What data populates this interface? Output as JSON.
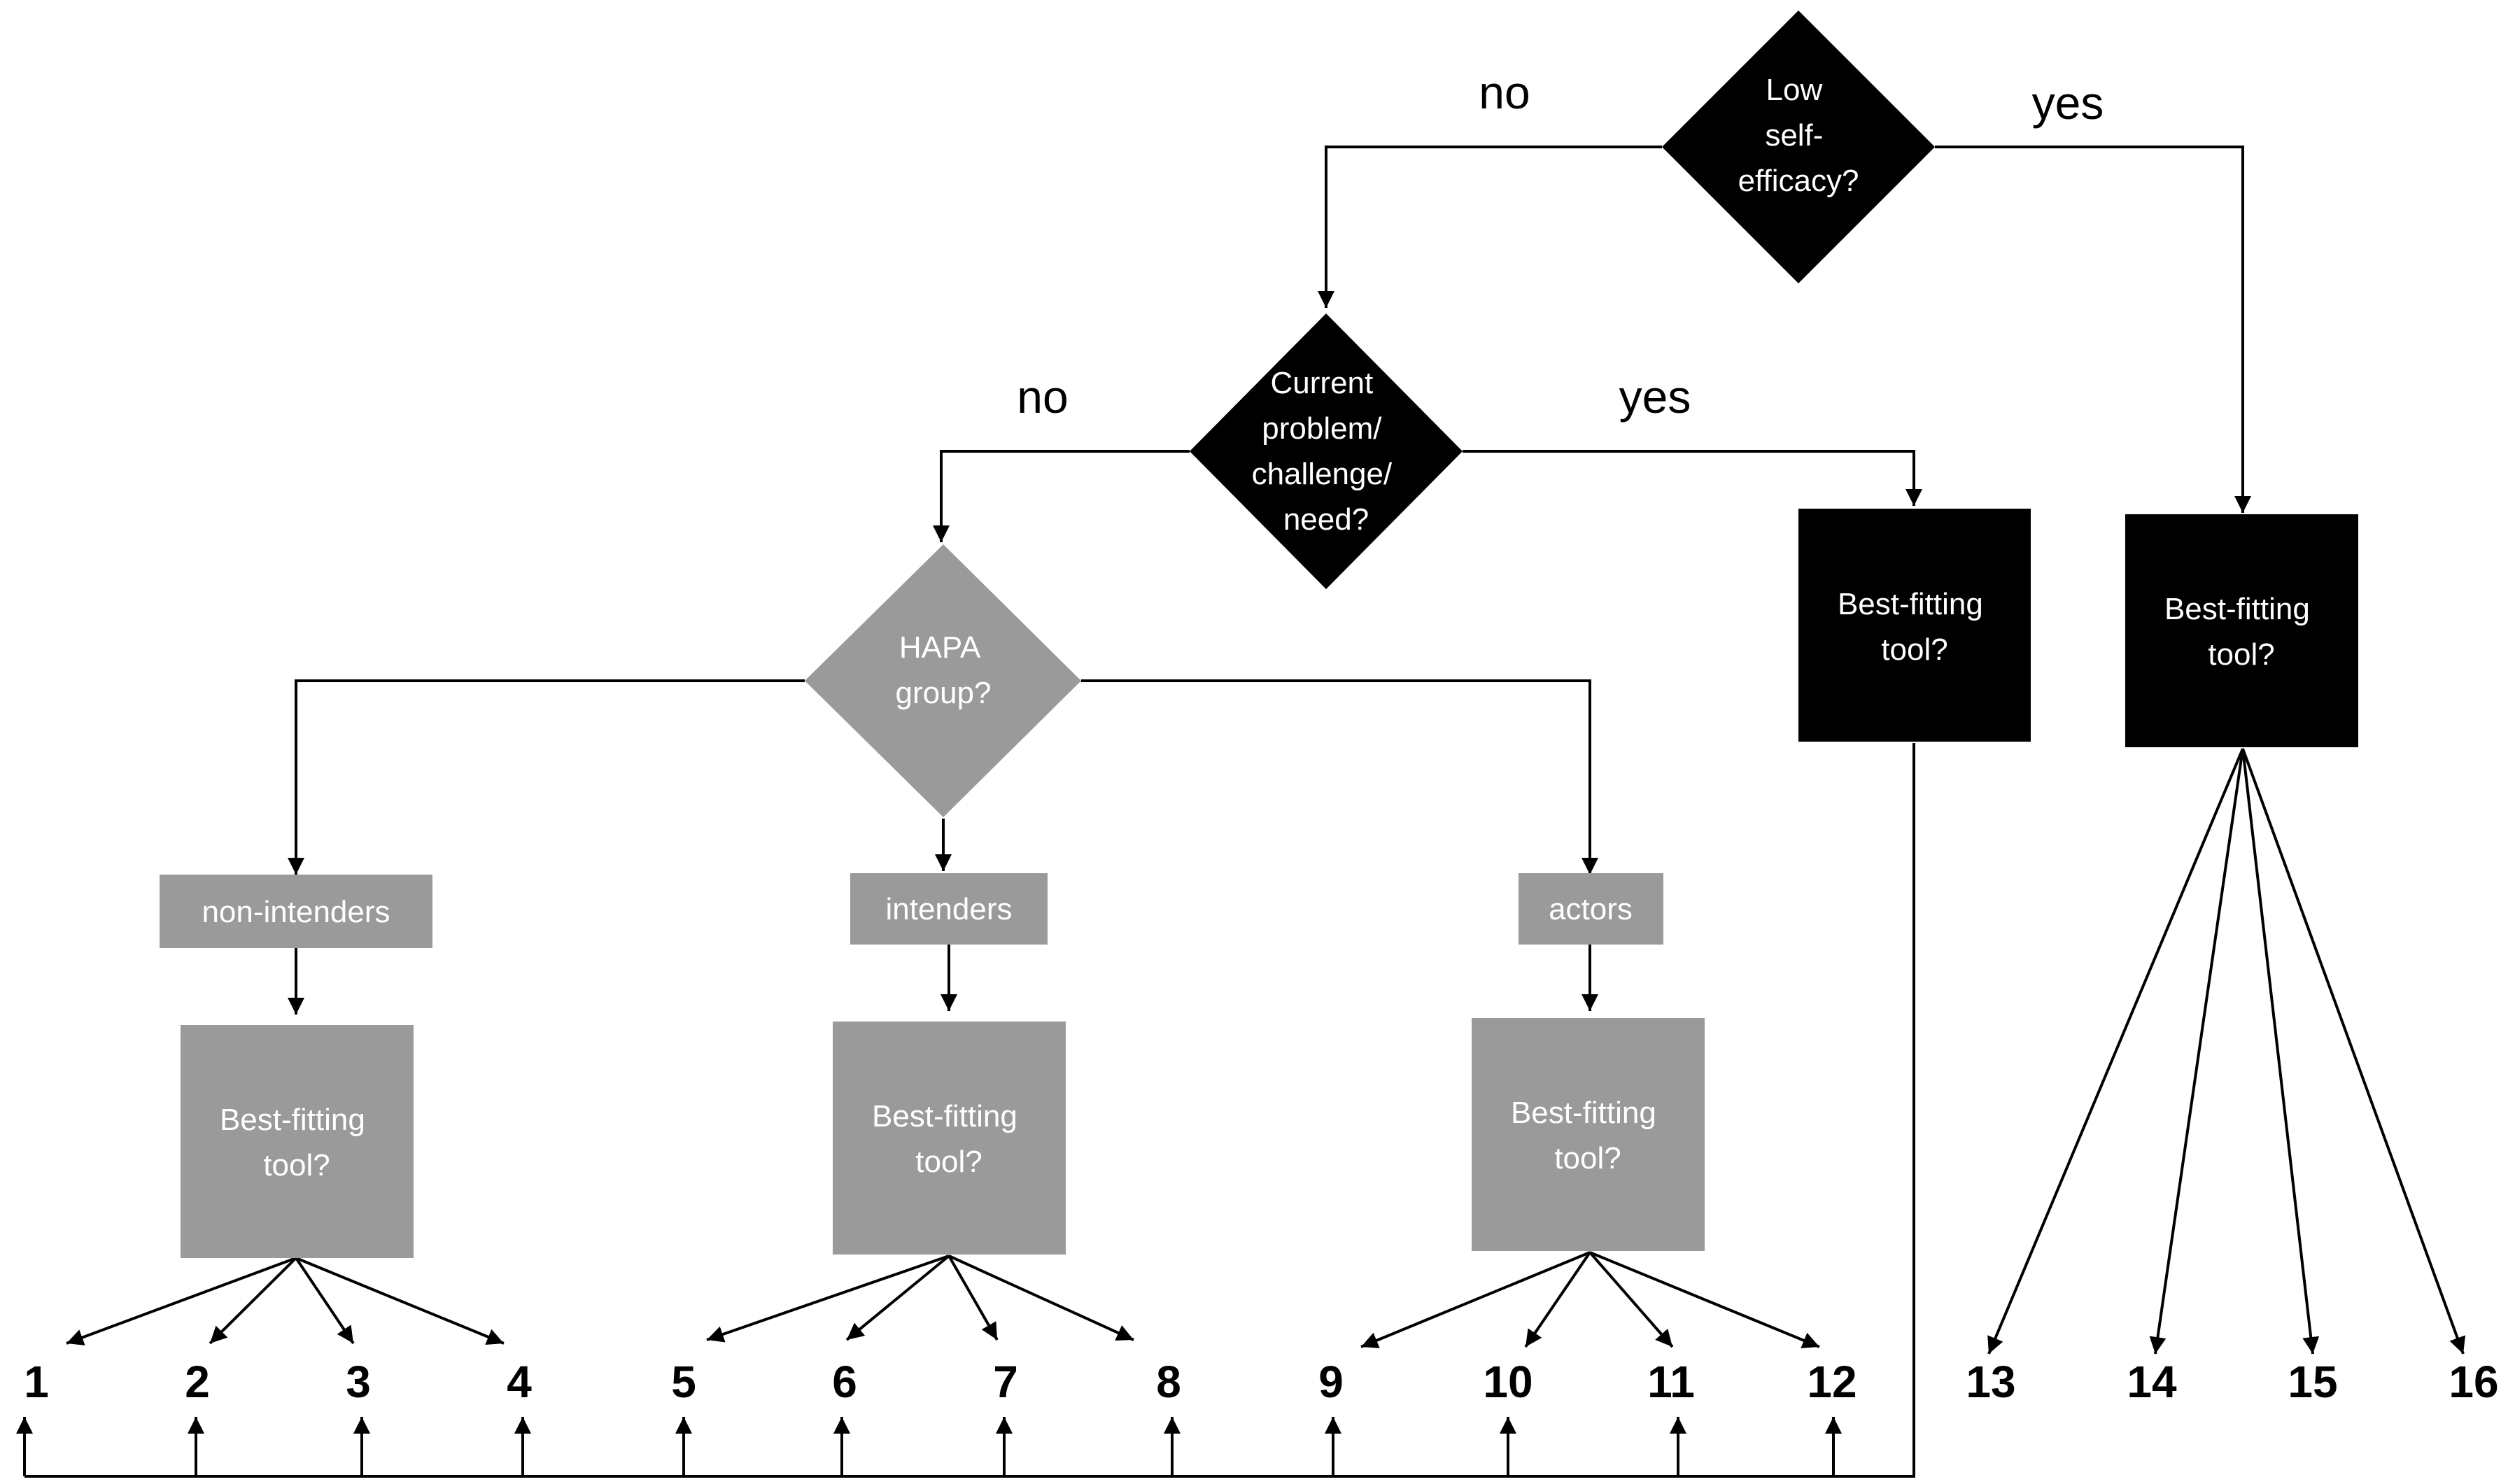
{
  "nodes": {
    "low_self_efficacy": {
      "lines": [
        "Low",
        "self-",
        "efficacy?"
      ]
    },
    "current_problem": {
      "lines": [
        "Current",
        "problem/",
        "challenge/",
        "need?"
      ]
    },
    "hapa_group": {
      "lines": [
        "HAPA",
        "group?"
      ]
    },
    "tool_problem": {
      "lines": [
        "Best-fitting",
        "tool?"
      ]
    },
    "tool_self_efficacy": {
      "lines": [
        "Best-fitting",
        "tool?"
      ]
    },
    "non_intenders": {
      "label": "non-intenders",
      "tool_lines": [
        "Best-fitting",
        "tool?"
      ]
    },
    "intenders": {
      "label": "intenders",
      "tool_lines": [
        "Best-fitting",
        "tool?"
      ]
    },
    "actors": {
      "label": "actors",
      "tool_lines": [
        "Best-fitting",
        "tool?"
      ]
    }
  },
  "edges": {
    "self_efficacy_no": "no",
    "self_efficacy_yes": "yes",
    "problem_no": "no",
    "problem_yes": "yes"
  },
  "outcomes": [
    "1",
    "2",
    "3",
    "4",
    "5",
    "6",
    "7",
    "8",
    "9",
    "10",
    "11",
    "12",
    "13",
    "14",
    "15",
    "16"
  ],
  "colors": {
    "black": "#000000",
    "gray": "#9a9a9a",
    "white": "#ffffff"
  }
}
